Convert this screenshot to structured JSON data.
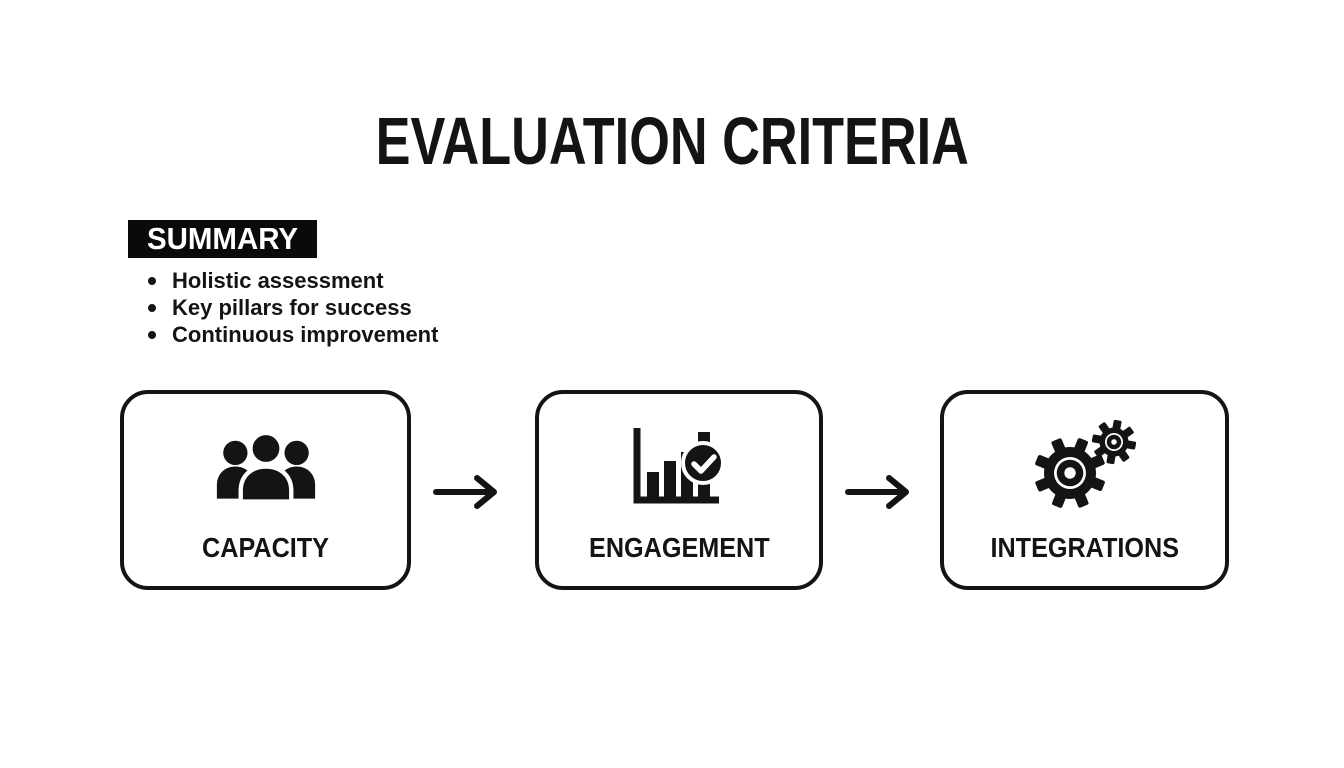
{
  "title": "EVALUATION CRITERIA",
  "summary": {
    "heading": "SUMMARY",
    "bullets": [
      "Holistic assessment",
      "Key pillars for success",
      "Continuous improvement"
    ]
  },
  "diagram": {
    "boxes": [
      {
        "label": "CAPACITY",
        "icon": "people-group-icon"
      },
      {
        "label": "ENGAGEMENT",
        "icon": "bar-chart-check-icon"
      },
      {
        "label": "INTEGRATIONS",
        "icon": "gears-icon"
      }
    ],
    "connectors": [
      "arrow-right",
      "arrow-right"
    ]
  },
  "colors": {
    "ink": "#141414",
    "background": "#ffffff",
    "summary_chip_bg": "#0a0a0a",
    "summary_chip_text": "#ffffff"
  }
}
